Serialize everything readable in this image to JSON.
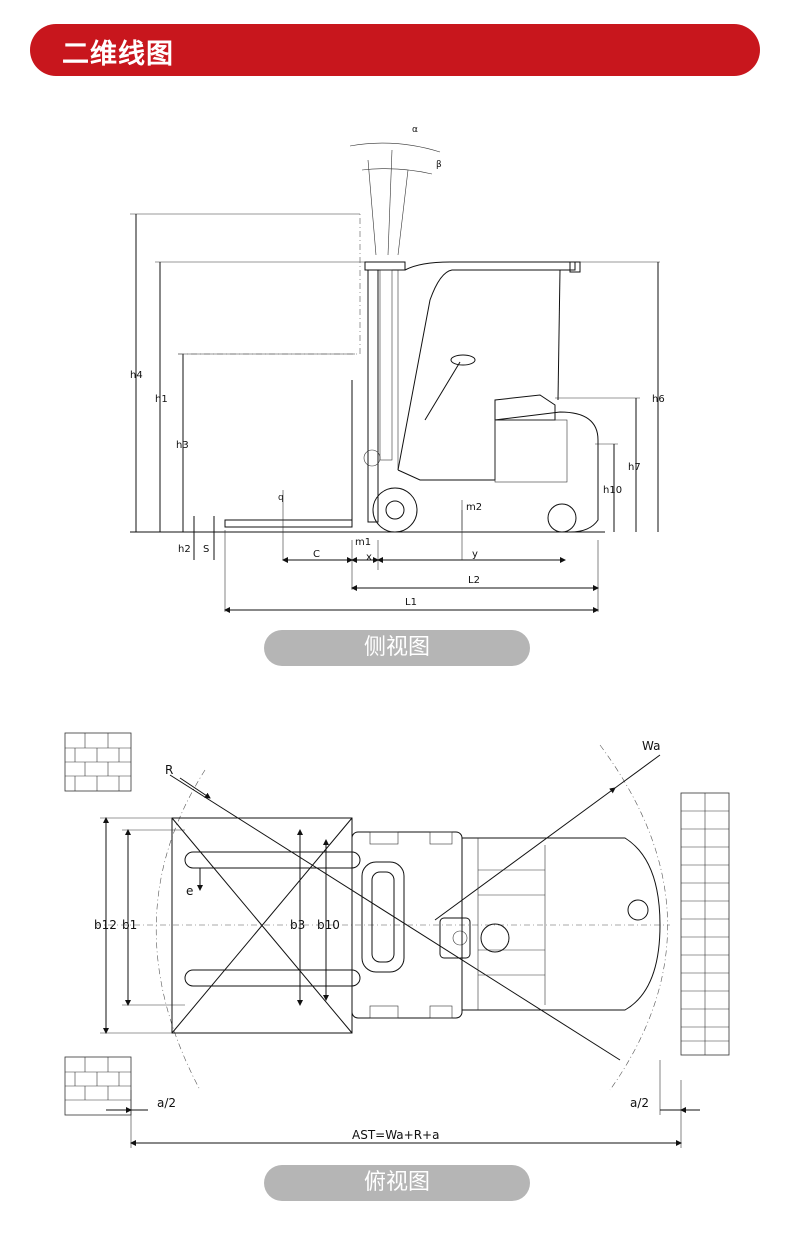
{
  "header": {
    "title": "二维线图"
  },
  "side_view": {
    "caption": "侧视图",
    "dimension_labels": {
      "alpha": "α",
      "beta": "β",
      "h4": "h4",
      "h1": "h1",
      "h3": "h3",
      "h6": "h6",
      "h7": "h7",
      "h10": "h10",
      "h2": "h2",
      "s": "S",
      "c": "C",
      "m1": "m1",
      "m2": "m2",
      "x": "x",
      "y": "y",
      "l2": "L2",
      "l1": "L1",
      "q": "q"
    }
  },
  "top_view": {
    "caption": "俯视图",
    "dimension_labels": {
      "r": "R",
      "wa": "Wa",
      "e": "e",
      "b12": "b12",
      "b1": "b1",
      "b3": "b3",
      "b10": "b10",
      "a_half_left": "a/2",
      "a_half_right": "a/2",
      "ast": "AST=Wa+R+a"
    }
  }
}
